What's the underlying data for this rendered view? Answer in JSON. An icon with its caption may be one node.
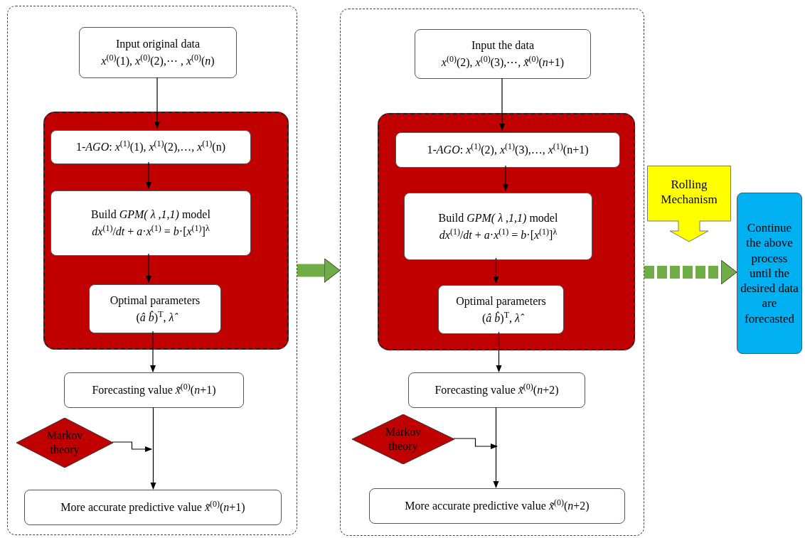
{
  "diagram": {
    "nodes": [
      {
        "text": [],
        "shape": "box"
      },
      {
        "text": [
          "Input original data",
          "*x*$^{(0)}$(1), *x*$^{(0)}$(2),⋯ , *x*$^{(0)}$(*n*)"
        ],
        "in": 0
      },
      {
        "text": [],
        "shape": "box",
        "in": 0
      },
      {
        "text": [
          "1-*AGO*: *x*$^{(1)}$(1), *x*$^{(1)}$(2),…, *x*$^{(1)}$(n)"
        ],
        "in": 2
      },
      {
        "text": [
          "Build *GPM( λ ,1,1)* model",
          "*dx*$^{(1)}$/*dt* + *a*·*x*$^{(1)}$ = *b*·[*x*$^{(1)}$]$^{λ}$"
        ],
        "in": 2
      },
      {
        "text": [
          "Optimal parameters",
          "(*â*  *b̂*)$^{T}$, *λ̂*"
        ],
        "in": 2
      },
      {
        "text": [
          "Forecasting value *x̃*$^{(0)}$(*n*+1)"
        ],
        "in": 0
      },
      {
        "text": [
          "Markov theory"
        ],
        "in": 0
      },
      {
        "text": [
          "More accurate predictive value *x̃*$^{(0)}$(*n*+1)"
        ],
        "in": 0
      },
      {
        "text": [],
        "shape": "box"
      },
      {
        "text": [
          "Input the data",
          "*x*$^{(0)}$(2), *x*$^{(0)}$(3),⋯, *x̃*$^{(0)}$(*n*+1)"
        ],
        "in": 9
      },
      {
        "text": [],
        "shape": "box",
        "in": 9
      },
      {
        "text": [
          "1-*AGO*: *x*$^{(1)}$(2), *x*$^{(1)}$(3),…, *x*$^{(1)}$(n+1)"
        ],
        "in": 11
      },
      {
        "text": [
          "Build *GPM( λ ,1,1)* model",
          "*dx*$^{(1)}$/*dt* + *a*·*x*$^{(1)}$ = *b*·[*x*$^{(1)}$]$^{λ}$"
        ],
        "in": 11
      },
      {
        "text": [
          "Optimal parameters",
          "(*â*  *b̂*)$^{T}$, *λ̂*"
        ],
        "in": 11
      },
      {
        "text": [
          "Forecasting value *x̃*$^{(0)}$(*n*+2)"
        ],
        "in": 9
      },
      {
        "text": [
          "Markov theory"
        ],
        "in": 9
      },
      {
        "text": [
          "More accurate predictive value *x̃*$^{(0)}$(*n*+2)"
        ],
        "in": 9
      },
      {
        "text": [
          "Rolling Mechanism"
        ]
      },
      {
        "text": [
          "Continue the above process until the desired data are forecasted"
        ]
      }
    ],
    "edges": [
      {
        "from": 1,
        "to": 3,
        "arrow": "to"
      },
      {
        "from": 3,
        "to": 4,
        "arrow": "to"
      },
      {
        "from": 4,
        "to": 5,
        "arrow": "to"
      },
      {
        "from": 5,
        "to": 6,
        "arrow": "to"
      },
      {
        "from": 6,
        "to": 8,
        "arrow": "to"
      },
      {
        "from": 7,
        "to": null,
        "arrow": "to"
      },
      {
        "from": 10,
        "to": 12,
        "arrow": "to"
      },
      {
        "from": 12,
        "to": 13,
        "arrow": "to"
      },
      {
        "from": 13,
        "to": 14,
        "arrow": "to"
      },
      {
        "from": 14,
        "to": 15,
        "arrow": "to"
      },
      {
        "from": 15,
        "to": 17,
        "arrow": "to"
      },
      {
        "from": 16,
        "to": null,
        "arrow": "to"
      },
      {
        "from": 0,
        "to": 9,
        "arrow": "to",
        "style": "thick",
        "color": "#70ad47"
      },
      {
        "from": 9,
        "to": 19,
        "arrow": "to",
        "style": "dashed",
        "color": "#70ad47"
      }
    ]
  }
}
